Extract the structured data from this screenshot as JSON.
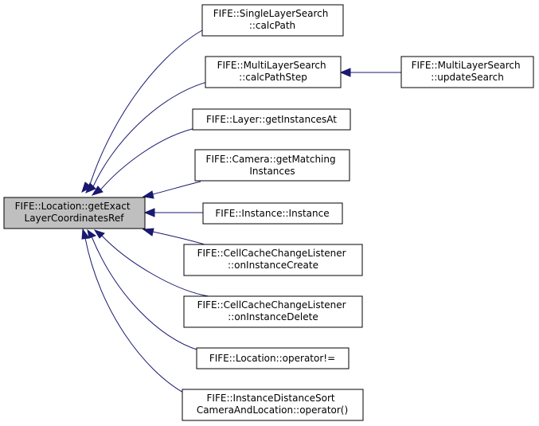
{
  "colors": {
    "edge": "#191970",
    "focus_fill": "#bfbfbf",
    "node_fill": "#ffffff",
    "border": "#000000"
  },
  "nodes": {
    "focus": {
      "lines": [
        "FIFE::Location::getExact",
        "LayerCoordinatesRef"
      ]
    },
    "single_layer_calc_path": {
      "lines": [
        "FIFE::SingleLayerSearch",
        "::calcPath"
      ]
    },
    "multi_layer_calc_path_step": {
      "lines": [
        "FIFE::MultiLayerSearch",
        "::calcPathStep"
      ]
    },
    "multi_layer_update_search": {
      "lines": [
        "FIFE::MultiLayerSearch",
        "::updateSearch"
      ]
    },
    "layer_get_instances_at": {
      "lines": [
        "FIFE::Layer::getInstancesAt"
      ]
    },
    "camera_get_matching_instances": {
      "lines": [
        "FIFE::Camera::getMatching",
        "Instances"
      ]
    },
    "instance_instance": {
      "lines": [
        "FIFE::Instance::Instance"
      ]
    },
    "cell_cache_on_instance_create": {
      "lines": [
        "FIFE::CellCacheChangeListener",
        "::onInstanceCreate"
      ]
    },
    "cell_cache_on_instance_delete": {
      "lines": [
        "FIFE::CellCacheChangeListener",
        "::onInstanceDelete"
      ]
    },
    "location_operator_ne": {
      "lines": [
        "FIFE::Location::operator!="
      ]
    },
    "instance_distance_sort_operator": {
      "lines": [
        "FIFE::InstanceDistanceSort",
        "CameraAndLocation::operator()"
      ]
    }
  }
}
